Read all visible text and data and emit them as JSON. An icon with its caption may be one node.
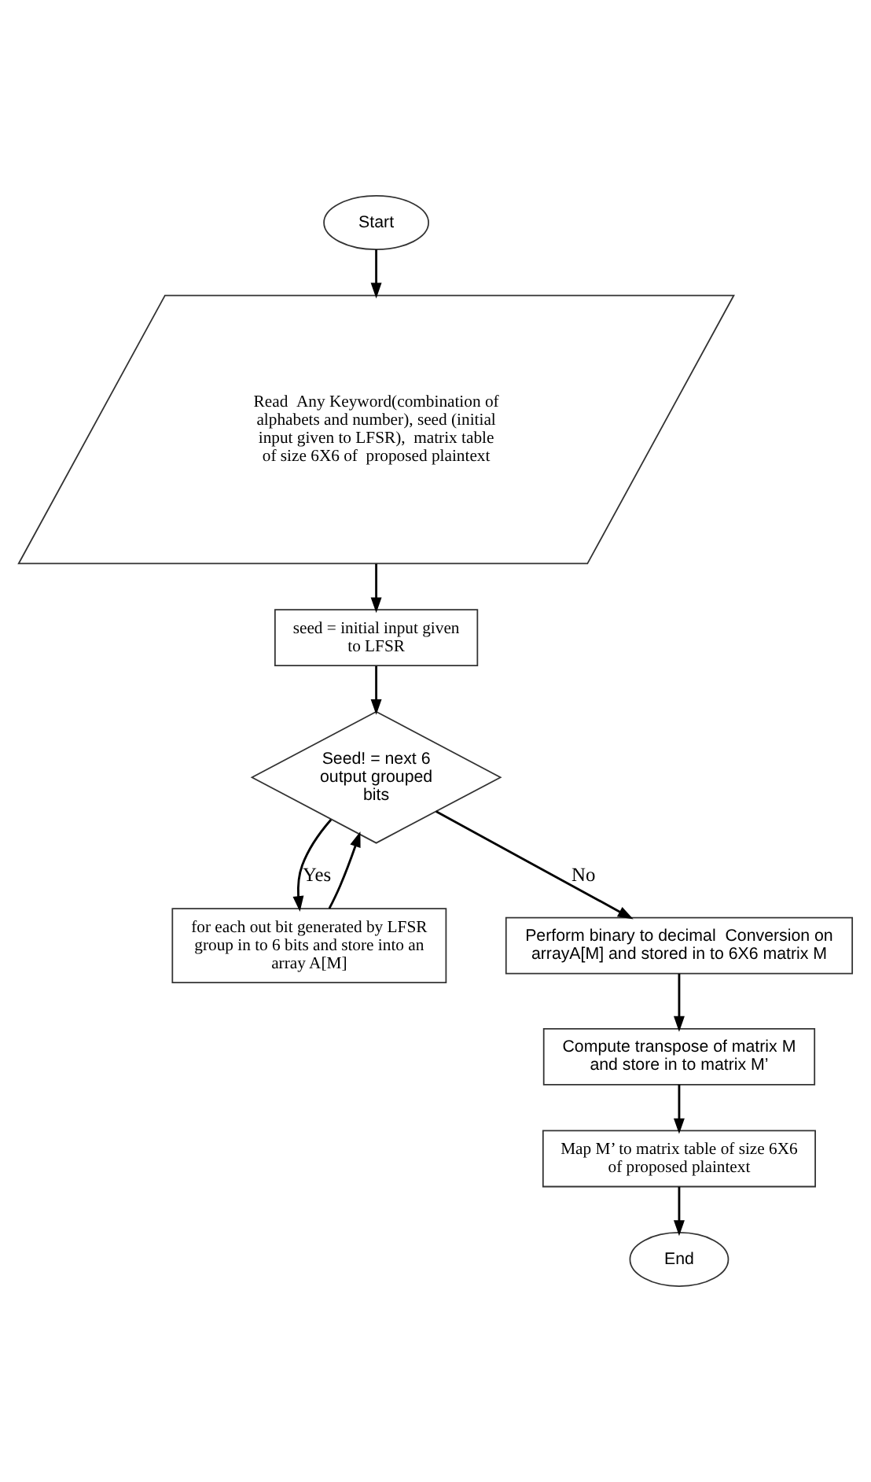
{
  "diagram": {
    "nodes": [
      {
        "text": [
          "Start"
        ]
      },
      {
        "text": [
          "Read  Any Keyword(combination of alphabets and number), seed (initial input given to LFSR),  matrix table of size 6X6 of  proposed plaintext"
        ]
      },
      {
        "text": [
          "seed = initial input given to LFSR"
        ]
      },
      {
        "text": [
          "Seed! = next 6 output grouped bits"
        ]
      },
      {
        "text": [
          "for each out bit generated by LFSR group in to 6 bits and store into an array A[M]"
        ]
      },
      {
        "text": [
          "Perform binary to decimal  Conversion on arrayA[M] and stored in to 6X6 matrix M"
        ]
      },
      {
        "text": [
          "Compute transpose of matrix M and store in to matrix M’"
        ]
      },
      {
        "text": [
          "Map M’ to matrix table of size 6X6 of proposed plaintext"
        ]
      },
      {
        "text": [
          "End"
        ]
      }
    ],
    "edges": [
      {
        "from": 0,
        "to": 1,
        "arrow": "to"
      },
      {
        "from": 1,
        "to": 2,
        "arrow": "to"
      },
      {
        "from": 2,
        "to": 3,
        "arrow": "to"
      },
      {
        "from": 3,
        "to": 4,
        "label": "Yes",
        "arrow": "to"
      },
      {
        "from": 4,
        "to": 3,
        "arrow": "to"
      },
      {
        "from": 3,
        "to": 5,
        "label": "No",
        "arrow": "to"
      },
      {
        "from": 5,
        "to": 6,
        "arrow": "to"
      },
      {
        "from": 6,
        "to": 7,
        "arrow": "to"
      },
      {
        "from": 7,
        "to": 8,
        "arrow": "to"
      }
    ]
  }
}
